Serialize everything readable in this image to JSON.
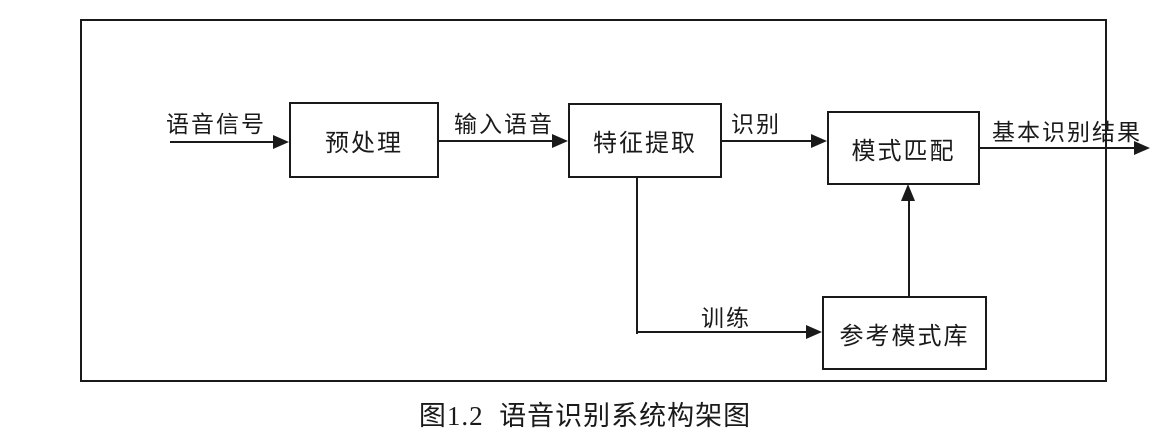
{
  "diagram": {
    "type": "flowchart",
    "caption": "图1.2  语音识别系统构架图",
    "nodes": [
      {
        "id": "preprocess",
        "label": "预处理"
      },
      {
        "id": "feature-extraction",
        "label": "特征提取"
      },
      {
        "id": "pattern-matching",
        "label": "模式匹配"
      },
      {
        "id": "reference-library",
        "label": "参考模式库"
      }
    ],
    "edges": [
      {
        "from": "external-input",
        "to": "preprocess",
        "label": "语音信号"
      },
      {
        "from": "preprocess",
        "to": "feature-extraction",
        "label": "输入语音"
      },
      {
        "from": "feature-extraction",
        "to": "pattern-matching",
        "label": "识别"
      },
      {
        "from": "pattern-matching",
        "to": "external-output",
        "label": "基本识别结果"
      },
      {
        "from": "feature-extraction",
        "to": "reference-library",
        "label": "训练"
      },
      {
        "from": "reference-library",
        "to": "pattern-matching",
        "label": ""
      }
    ],
    "colors": {
      "line": "#1a1a1a",
      "box_border": "#1a1a1a",
      "text": "#1a1a1a",
      "background": "#ffffff"
    }
  }
}
